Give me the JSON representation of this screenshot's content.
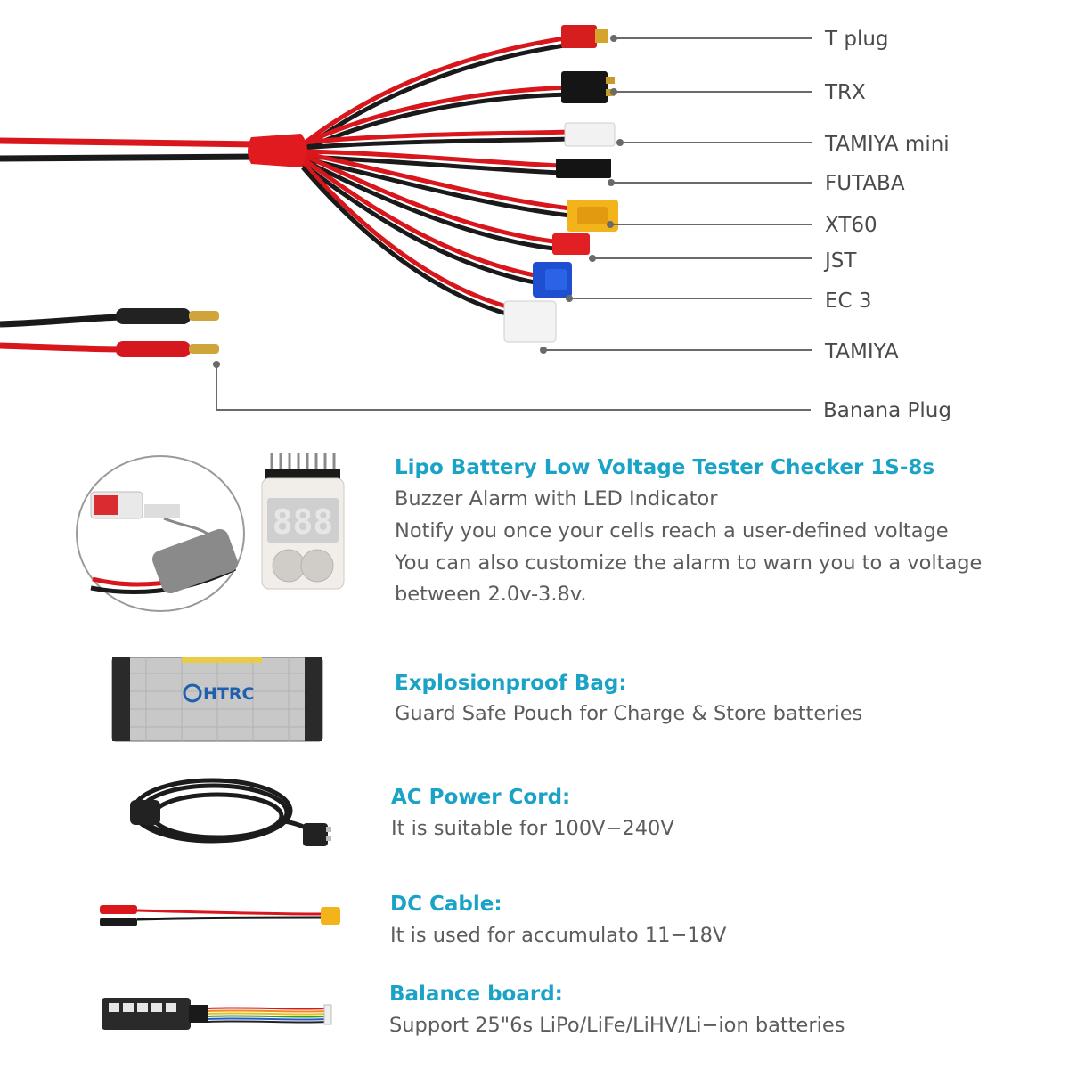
{
  "connectors": [
    {
      "name": "T plug"
    },
    {
      "name": "TRX"
    },
    {
      "name": "TAMIYA mini"
    },
    {
      "name": "FUTABA"
    },
    {
      "name": "XT60"
    },
    {
      "name": "JST"
    },
    {
      "name": "EC 3"
    },
    {
      "name": "TAMIYA"
    },
    {
      "name": "Banana Plug"
    }
  ],
  "products": {
    "lipo_tester": {
      "title": "Lipo Battery Low Voltage Tester Checker 1S-8s",
      "lines": [
        "Buzzer Alarm with LED Indicator",
        "Notify you once your cells reach a user-defined voltage",
        "You can also customize the alarm to warn you to a voltage",
        "between 2.0v-3.8v."
      ],
      "display_digits": "888"
    },
    "bag": {
      "title": "Explosionproof Bag:",
      "lines": [
        "Guard Safe Pouch for Charge & Store batteries"
      ],
      "brand": "HTRC"
    },
    "ac_cord": {
      "title": "AC Power Cord:",
      "lines": [
        "It is suitable for 100V−240V"
      ]
    },
    "dc_cable": {
      "title": "DC Cable:",
      "lines": [
        "It is used for accumulato 11−18V"
      ]
    },
    "balance_board": {
      "title": "Balance board:",
      "lines": [
        "Support 25\"6s LiPo/LiFe/LiHV/Li−ion batteries"
      ]
    }
  },
  "colors": {
    "accent_title": "#1aa3c6",
    "text": "#5c5c5c",
    "wire_red": "#d8161c",
    "wire_black": "#1a1a1a"
  }
}
